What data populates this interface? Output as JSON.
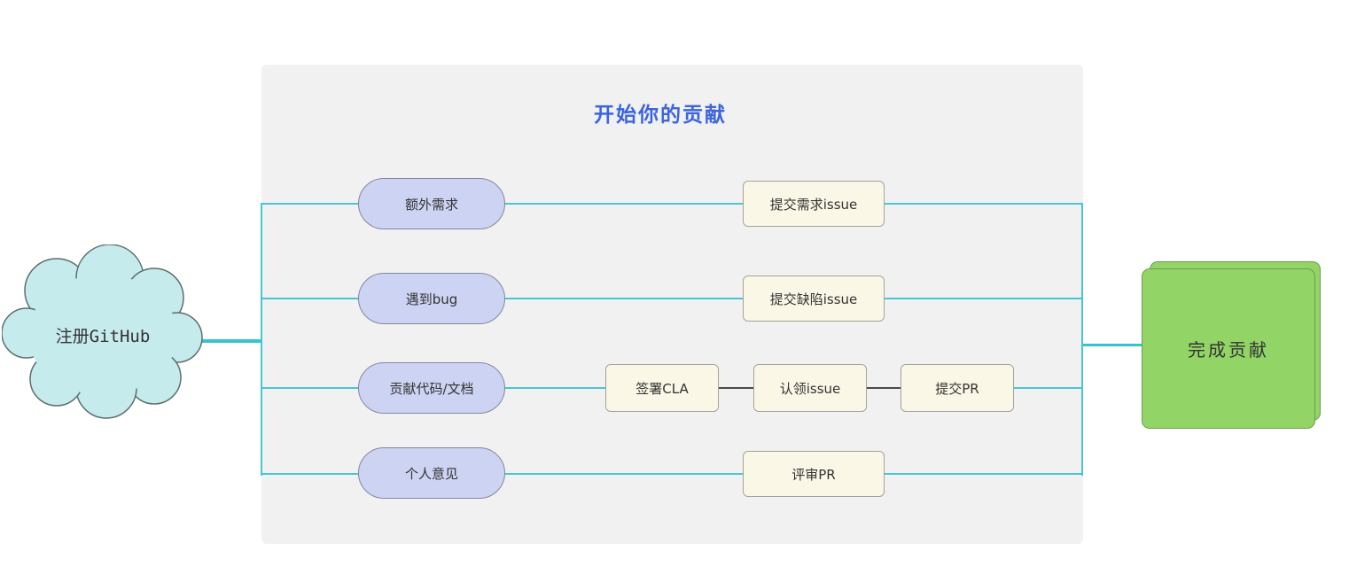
{
  "diagram": {
    "title": "开始你的贡献",
    "start": {
      "label": "注册GitHub",
      "shape": "cloud"
    },
    "end": {
      "label": "完成贡献",
      "shape": "stacked-rectangle"
    },
    "branches": [
      {
        "entry": "额外需求",
        "steps": [
          "提交需求issue"
        ]
      },
      {
        "entry": "遇到bug",
        "steps": [
          "提交缺陷issue"
        ]
      },
      {
        "entry": "贡献代码/文档",
        "steps": [
          "签署CLA",
          "认领issue",
          "提交PR"
        ]
      },
      {
        "entry": "个人意见",
        "steps": [
          "评审PR"
        ]
      }
    ]
  },
  "theme": {
    "canvas_bg": "#ffffff",
    "panel_bg": "#f1f1f1",
    "title_color": "#3c64e0",
    "connector_color": "#48c7d0",
    "connector_thick": "#35c3cc",
    "connector_dark": "#4a4a4a",
    "entry_fill": "#cdd3f2",
    "entry_border": "#85879e",
    "step_fill": "#faf7e6",
    "step_border": "#a3a39b",
    "cloud_fill": "#c6ebec",
    "cloud_border": "#5e6e6e",
    "end_fill": "#92d465",
    "end_border": "#6f9b50",
    "text_color": "#333333"
  }
}
